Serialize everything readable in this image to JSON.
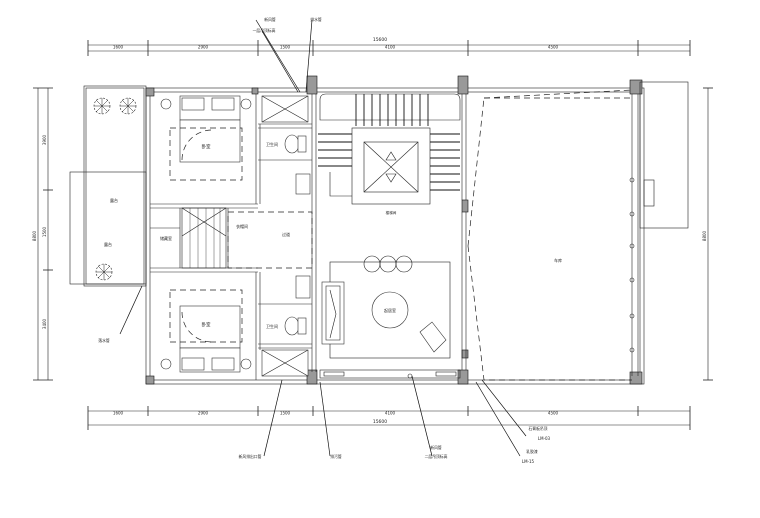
{
  "top_dimensions": [
    "1600",
    "2900",
    "1500",
    "4100",
    "4500"
  ],
  "overall_dimension": "15600",
  "left_dimensions": [
    "3900",
    "1500",
    "3400"
  ],
  "left_overall": "8800",
  "right_dimension": "8800",
  "rooms": {
    "bedroom_top": "卧室",
    "bedroom_bottom": "卧室",
    "bath_top": "卫生间",
    "bath_bottom": "卫生间",
    "storage": "储藏室",
    "closet": "衣帽间",
    "corridor": "过道",
    "balcony": "露台",
    "stair_landing": "楼梯间",
    "lounge": "起居室",
    "garage": "车库"
  },
  "annotations": {
    "top_1": "新风管",
    "top_2": "一层吊顶标高",
    "top_3": "排水管",
    "left_1": "落水管",
    "bottom_1": "新风排出口管",
    "bottom_2": "排污管",
    "bottom_3": "新风管",
    "bottom_4": "二层吊顶标高",
    "right_1": "石膏板吊顶",
    "right_1_code": "LM-03",
    "right_2": "乳胶漆",
    "right_2_code": "LM-15"
  }
}
